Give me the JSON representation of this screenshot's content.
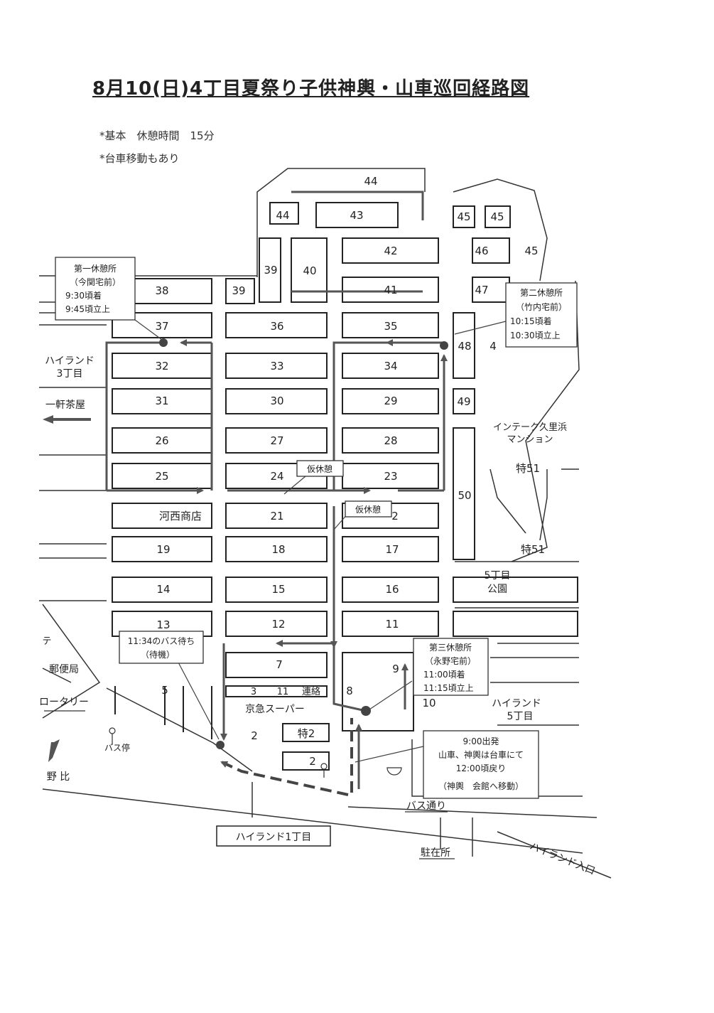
{
  "title": "8月10(日)4丁目夏祭り子供神輿・山車巡回経路図",
  "notes": [
    "*基本　休憩時間　15分",
    "*台車移動もあり"
  ],
  "blocks": {
    "b44a": "44",
    "b44b": "44",
    "b43": "43",
    "b45a": "45",
    "b45b": "45",
    "b45c": "45",
    "b42": "42",
    "b46": "46",
    "b39a": "39",
    "b40": "40",
    "b39b": "39",
    "b38": "38",
    "b41": "41",
    "b47": "47",
    "b37": "37",
    "b36": "36",
    "b35": "35",
    "b48": "48",
    "b4x": "4",
    "b32": "32",
    "b33": "33",
    "b34": "34",
    "b31": "31",
    "b30": "30",
    "b29": "29",
    "b49": "49",
    "b26": "26",
    "b27": "27",
    "b28": "28",
    "b25": "25",
    "b24": "24",
    "b23": "23",
    "b50": "50",
    "kawanishi": "河西商店",
    "b21": "21",
    "b2x": "2",
    "b19": "19",
    "b18": "18",
    "b17": "17",
    "b14": "14",
    "b15": "15",
    "b16": "16",
    "b13": "13",
    "b12": "12",
    "b11": "11",
    "b7": "7",
    "b9": "9",
    "b5": "5",
    "b3": "3",
    "b1x": "11",
    "renraku": "連絡",
    "b8": "8",
    "b10": "10",
    "b2": "2",
    "toku2": "特2",
    "b2small": "2",
    "toku51a": "特51",
    "toku51b": "特51"
  },
  "places": {
    "highland3": [
      "ハイランド",
      "3丁目"
    ],
    "ikken": "一軒茶屋",
    "intake": [
      "インテーク久里浜",
      "マンション"
    ],
    "park5": [
      "5丁目",
      "公園"
    ],
    "highland5": [
      "ハイランド",
      "5丁目"
    ],
    "yubin": "郵便局",
    "rotary": "ロータリー",
    "busstop": "バス停",
    "nobi": "野 比",
    "keikyu": "京急スーパー",
    "busdori": "バス通り",
    "highland1": "ハイランド1丁目",
    "chuzai": "駐在所",
    "highland_entrance": "ハイランド入口",
    "te": "テ"
  },
  "callouts": {
    "rest1": [
      "第一休憩所",
      "（今関宅前）",
      "9:30頃着",
      "9:45頃立上"
    ],
    "rest2": [
      "第二休憩所",
      "（竹内宅前）",
      "10:15頃着",
      "10:30頃立上"
    ],
    "rest3": [
      "第三休憩所",
      "（永野宅前）",
      "11:00頃着",
      "11:15頃立上"
    ],
    "temp1": "仮休憩",
    "temp2": "仮休憩",
    "bus_wait": [
      "11:34のバス待ち",
      "（待機）"
    ],
    "depart": [
      "9:00出発",
      "山車、神輿は台車にて",
      "12:00頃戻り",
      "（神輿　会館へ移動）"
    ]
  }
}
